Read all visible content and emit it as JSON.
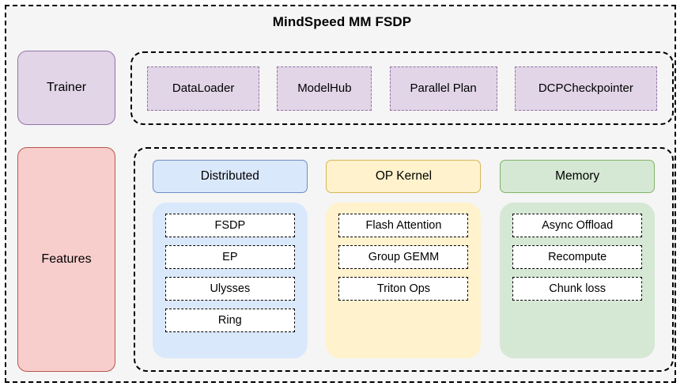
{
  "diagram": {
    "title": "MindSpeed MM FSDP",
    "background": "#f5f5f5",
    "border_color": "#000000"
  },
  "side_labels": {
    "trainer": {
      "label": "Trainer",
      "fill": "#e1d5e7",
      "stroke": "#9673a6"
    },
    "features": {
      "label": "Features",
      "fill": "#f8cecc",
      "stroke": "#b85450"
    }
  },
  "trainer_modules": [
    {
      "label": "DataLoader",
      "fill": "#e1d5e7",
      "stroke": "#9673a6"
    },
    {
      "label": "ModelHub",
      "fill": "#e1d5e7",
      "stroke": "#9673a6"
    },
    {
      "label": "Parallel Plan",
      "fill": "#e1d5e7",
      "stroke": "#9673a6"
    },
    {
      "label": "DCPCheckpointer",
      "fill": "#e1d5e7",
      "stroke": "#9673a6"
    }
  ],
  "feature_columns": [
    {
      "header": "Distributed",
      "fill": "#dae8fc",
      "stroke": "#6c8ebf",
      "items": [
        {
          "label": "FSDP"
        },
        {
          "label": "EP"
        },
        {
          "label": "Ulysses"
        },
        {
          "label": "Ring"
        }
      ]
    },
    {
      "header": "OP Kernel",
      "fill": "#fff2cc",
      "stroke": "#d6b656",
      "items": [
        {
          "label": "Flash Attention"
        },
        {
          "label": "Group GEMM"
        },
        {
          "label": "Triton Ops"
        }
      ]
    },
    {
      "header": "Memory",
      "fill": "#d5e8d4",
      "stroke": "#82b366",
      "items": [
        {
          "label": "Async Offload"
        },
        {
          "label": "Recompute"
        },
        {
          "label": "Chunk loss"
        }
      ]
    }
  ]
}
